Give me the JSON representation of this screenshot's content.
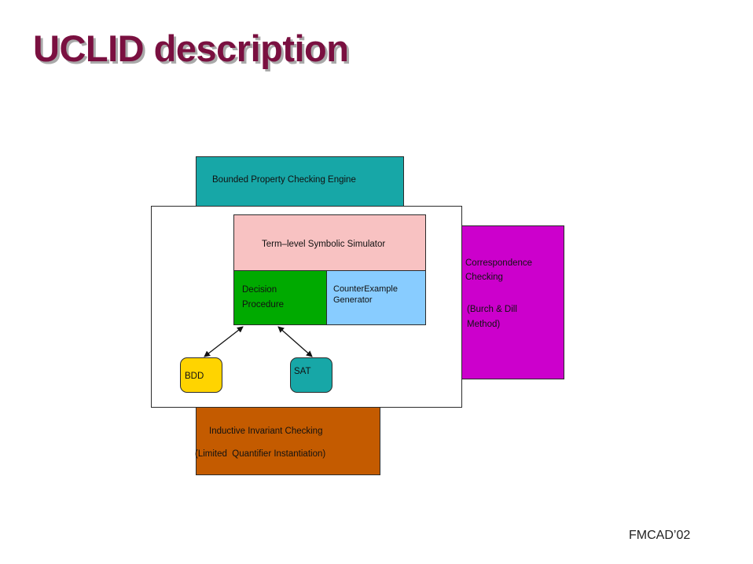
{
  "slide": {
    "title": "UCLID description",
    "footer": "FMCAD’02"
  },
  "diagram": {
    "bounded": {
      "label": "Bounded Property Checking Engine"
    },
    "inductive": {
      "label": "Inductive Invariant Checking",
      "note": "(Limited  Quantifier Instantiation)"
    },
    "correspondence": {
      "label_line1": "Correspondence",
      "label_line2": "Checking",
      "note_line1": "(Burch & Dill",
      "note_line2": "Method)"
    },
    "simulator": {
      "label": "Term–level Symbolic Simulator"
    },
    "decision": {
      "line1": "Decision",
      "line2": "Procedure"
    },
    "counter": {
      "line1": "CounterExample",
      "line2": "Generator"
    },
    "bdd": {
      "label": "BDD"
    },
    "sat": {
      "label": "SAT"
    },
    "colors": {
      "title": "#7a1040",
      "bounded": "#17a7a7",
      "inductive": "#c45b00",
      "correspondence": "#cc00cc",
      "simulator": "#f8c2c2",
      "decision": "#00aa00",
      "counter": "#88ccff",
      "bdd": "#ffd400",
      "sat": "#17a7a7"
    }
  }
}
